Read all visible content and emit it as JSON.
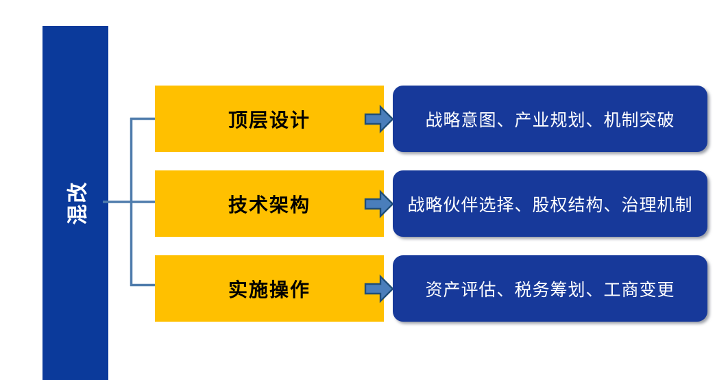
{
  "diagram": {
    "title_bar": {
      "label": "混改",
      "color": "#0B3A9B",
      "text_color": "#FFFFFF",
      "orientation": "vertical"
    },
    "connector": {
      "style": "bracket",
      "color": "#4F7CAC"
    },
    "arrow": {
      "name": "right-block-arrow",
      "fill": "#4A7EBB",
      "stroke": "#1F4E79"
    },
    "rows": [
      {
        "stage": "顶层设计",
        "stage_color": "#FFC000",
        "stage_text_color": "#000000",
        "detail": "战略意图、产业规划、机制突破",
        "detail_color": "#17399A",
        "detail_text_color": "#FFFFFF"
      },
      {
        "stage": "技术架构",
        "stage_color": "#FFC000",
        "stage_text_color": "#000000",
        "detail": "战略伙伴选择、股权结构、治理机制",
        "detail_color": "#17399A",
        "detail_text_color": "#FFFFFF"
      },
      {
        "stage": "实施操作",
        "stage_color": "#FFC000",
        "stage_text_color": "#000000",
        "detail": "资产评估、税务筹划、工商变更",
        "detail_color": "#17399A",
        "detail_text_color": "#FFFFFF"
      }
    ]
  }
}
